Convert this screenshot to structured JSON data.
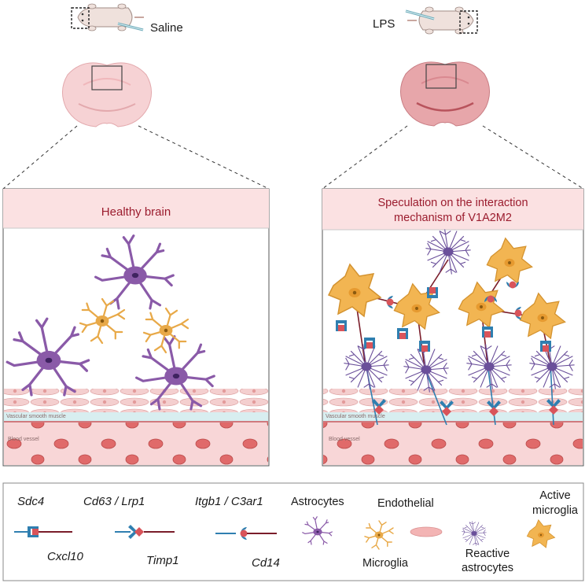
{
  "top": {
    "saline_label": "Saline",
    "lps_label": "LPS"
  },
  "panels": {
    "left": {
      "title": "Healthy brain",
      "vascular_label": "Vascular smooth muscle",
      "vessel_label": "Blood vessel"
    },
    "right": {
      "title_line1": "Speculation on the interaction",
      "title_line2": "mechanism of V1A2M2",
      "vascular_label": "Vascular smooth muscle",
      "vessel_label": "Blood vessel"
    }
  },
  "legend": {
    "pairs": [
      {
        "top": "Sdc4",
        "bottom": "Cxcl10"
      },
      {
        "top": "Cd63 / Lrp1",
        "bottom": "Timp1"
      },
      {
        "top": "Itgb1 / C3ar1",
        "bottom": "Cd14"
      }
    ],
    "cells": {
      "astrocytes": "Astrocytes",
      "endothelial": "Endothelial",
      "active_microglia_line1": "Active",
      "active_microglia_line2": "microglia",
      "microglia": "Microglia",
      "reactive_line1": "Reactive",
      "reactive_line2": "astrocytes"
    }
  },
  "colors": {
    "astrocyte": "#8a5aa8",
    "microglia": "#e8a948",
    "active_microglia": "#f2b552",
    "receptor_blue": "#2f7fb0",
    "ligand_red": "#d9545a",
    "vessel": "#f6c9cb",
    "title_red": "#9b1c2e"
  }
}
